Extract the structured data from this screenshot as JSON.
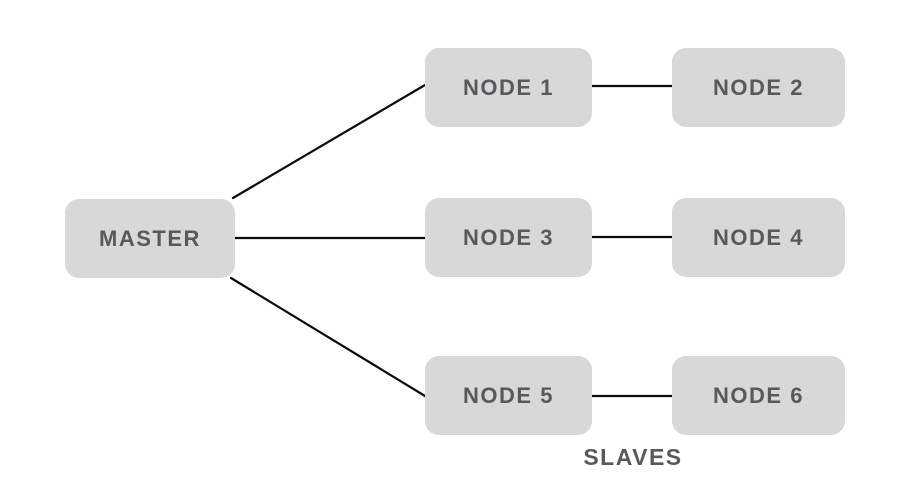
{
  "diagram": {
    "caption_label": "SLAVES",
    "colors": {
      "node_fill": "#d8d8d8",
      "node_text": "#58595b",
      "edge_line": "#0a0a0a",
      "background": "#ffffff"
    },
    "nodes": [
      {
        "id": "master",
        "label": "MASTER"
      },
      {
        "id": "node1",
        "label": "NODE 1"
      },
      {
        "id": "node2",
        "label": "NODE 2"
      },
      {
        "id": "node3",
        "label": "NODE 3"
      },
      {
        "id": "node4",
        "label": "NODE 4"
      },
      {
        "id": "node5",
        "label": "NODE 5"
      },
      {
        "id": "node6",
        "label": "NODE 6"
      }
    ],
    "edges": [
      {
        "from": "master",
        "to": "node1"
      },
      {
        "from": "master",
        "to": "node3"
      },
      {
        "from": "master",
        "to": "node5"
      },
      {
        "from": "node1",
        "to": "node2"
      },
      {
        "from": "node3",
        "to": "node4"
      },
      {
        "from": "node5",
        "to": "node6"
      }
    ]
  }
}
